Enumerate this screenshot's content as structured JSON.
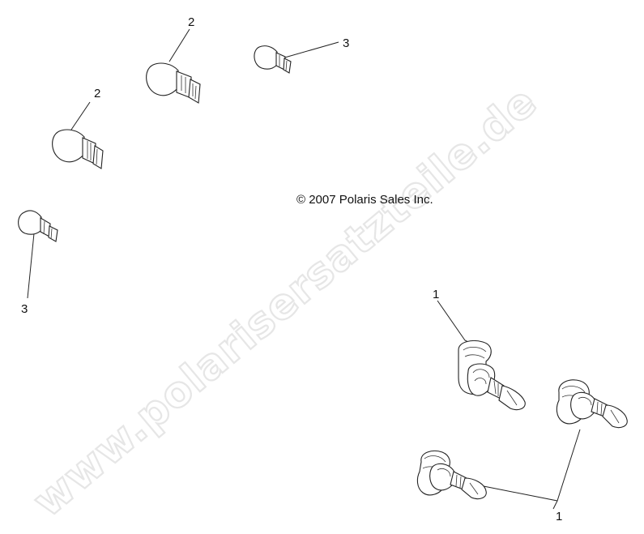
{
  "watermark": "www.polarisersatzteile.de",
  "copyright": "© 2007 Polaris Sales Inc.",
  "callouts": {
    "c2_top": "2",
    "c3_top": "3",
    "c2_left": "2",
    "c3_left": "3",
    "c1_upper": "1",
    "c1_lower": "1"
  }
}
